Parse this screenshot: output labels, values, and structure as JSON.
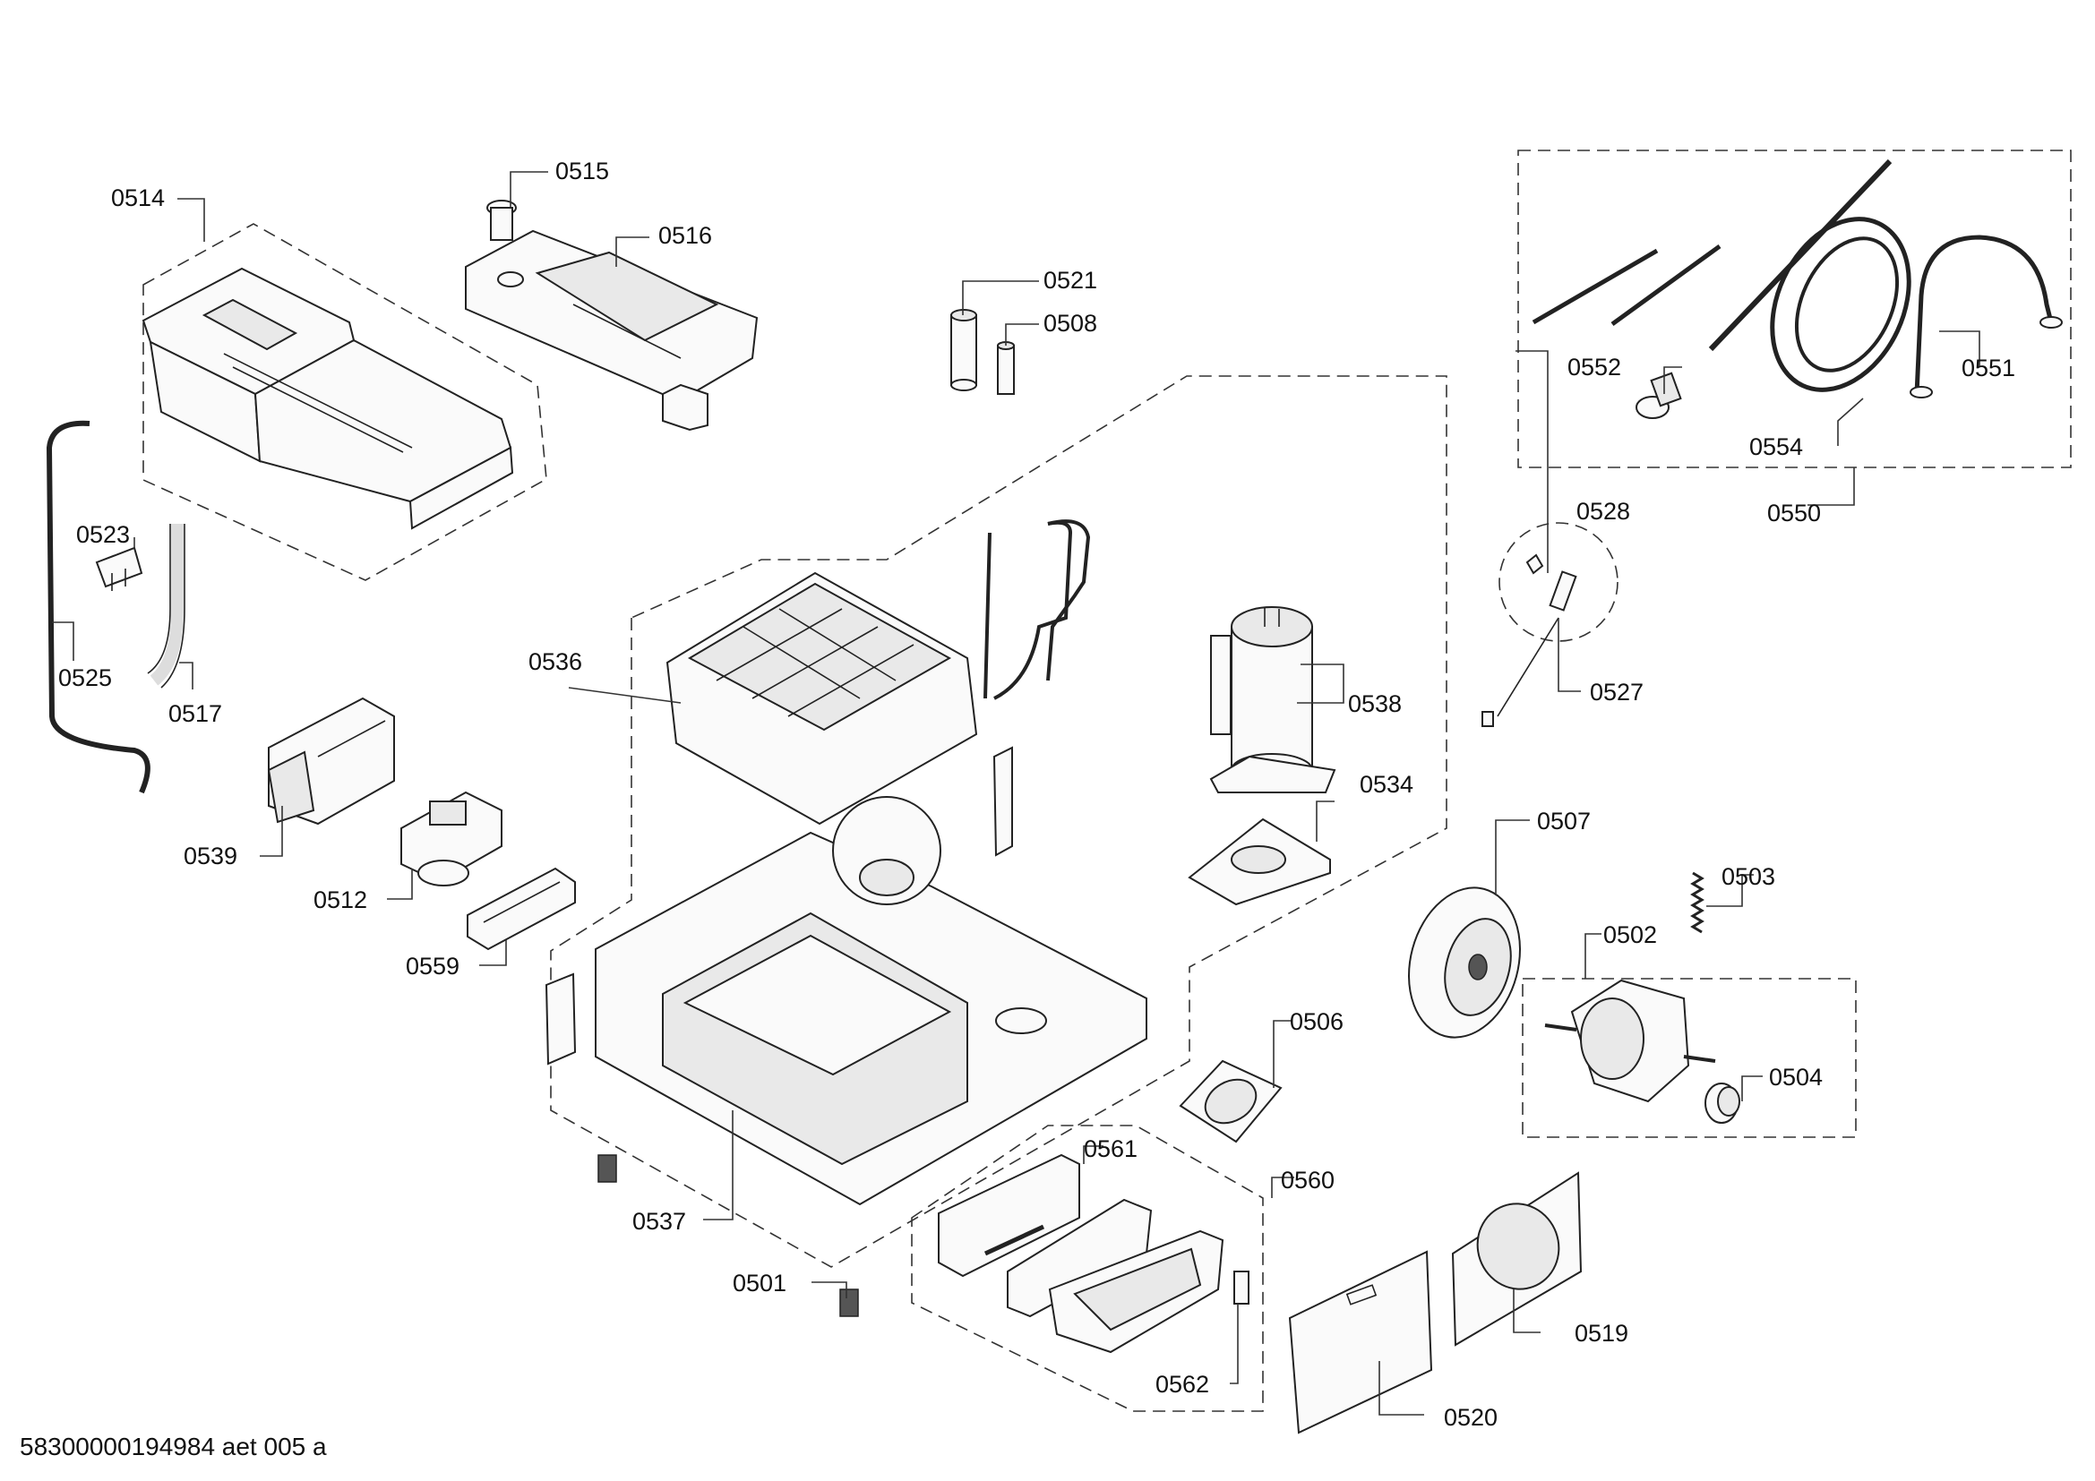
{
  "labels": {
    "p0501": "0501",
    "p0502": "0502",
    "p0503": "0503",
    "p0504": "0504",
    "p0506": "0506",
    "p0507": "0507",
    "p0508": "0508",
    "p0512": "0512",
    "p0514": "0514",
    "p0515": "0515",
    "p0516": "0516",
    "p0517": "0517",
    "p0519": "0519",
    "p0520": "0520",
    "p0521": "0521",
    "p0523": "0523",
    "p0525": "0525",
    "p0527": "0527",
    "p0528": "0528",
    "p0534": "0534",
    "p0536": "0536",
    "p0537": "0537",
    "p0538": "0538",
    "p0539": "0539",
    "p0550": "0550",
    "p0551": "0551",
    "p0552": "0552",
    "p0554": "0554",
    "p0559": "0559",
    "p0560": "0560",
    "p0561": "0561",
    "p0562": "0562"
  },
  "footer": {
    "doc_id": "58300000194984 aet 005 a"
  }
}
